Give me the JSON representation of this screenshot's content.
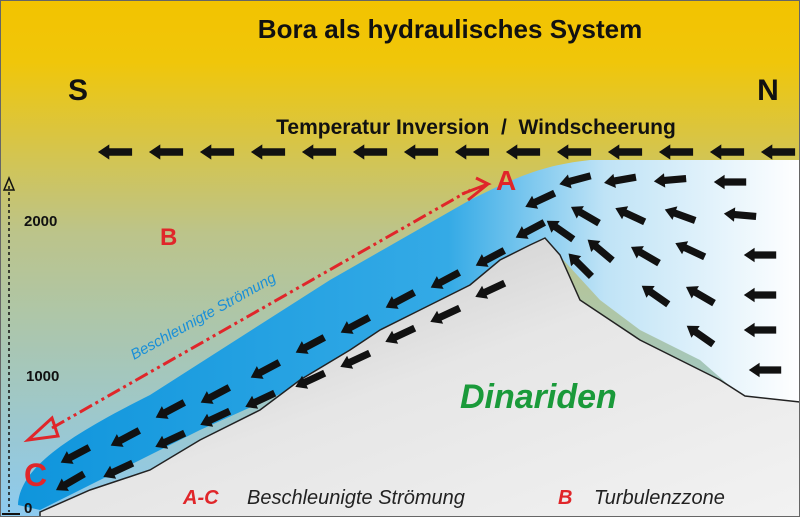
{
  "title": "Bora als hydraulisches System",
  "compass": {
    "south": "S",
    "north": "N"
  },
  "upper_label": "Temperatur Inversion  /  Windscheerung",
  "axis": {
    "ticks": [
      "2000",
      "1000",
      "0"
    ]
  },
  "points": {
    "a": "A",
    "b": "B",
    "c": "C"
  },
  "flow_label": "Beschleunigte Strömung",
  "mountain_label": "Dinariden",
  "legend": {
    "ac_key": "A-C",
    "ac_text": "Beschleunigte Strömung",
    "b_key": "B",
    "b_text": "Turbulenzzone"
  },
  "colors": {
    "sky_top": "#f3c300",
    "sky_bottom": "#8ccaf0",
    "flow": "#1aa0e0",
    "mountain": "#d4d4d4",
    "accent_red": "#e0262a"
  }
}
